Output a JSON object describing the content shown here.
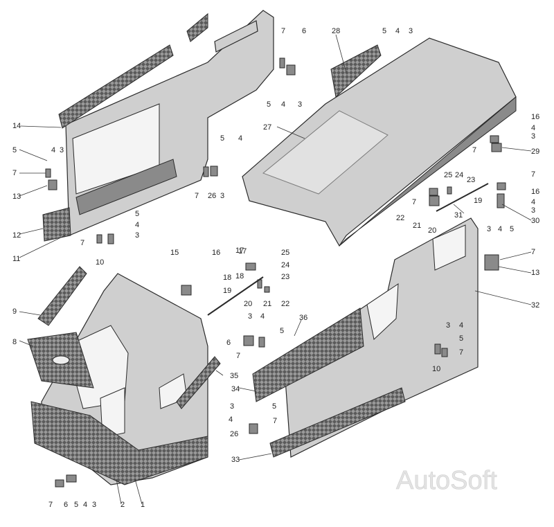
{
  "watermark": "AutoSoft",
  "labels": [
    "1",
    "2",
    "3",
    "4",
    "5",
    "6",
    "7",
    "8",
    "9",
    "10",
    "11",
    "12",
    "13",
    "14",
    "15",
    "16",
    "17",
    "18",
    "19",
    "20",
    "21",
    "22",
    "23",
    "24",
    "25",
    "26",
    "27",
    "28",
    "29",
    "30",
    "31",
    "32",
    "33",
    "34",
    "35",
    "36"
  ]
}
